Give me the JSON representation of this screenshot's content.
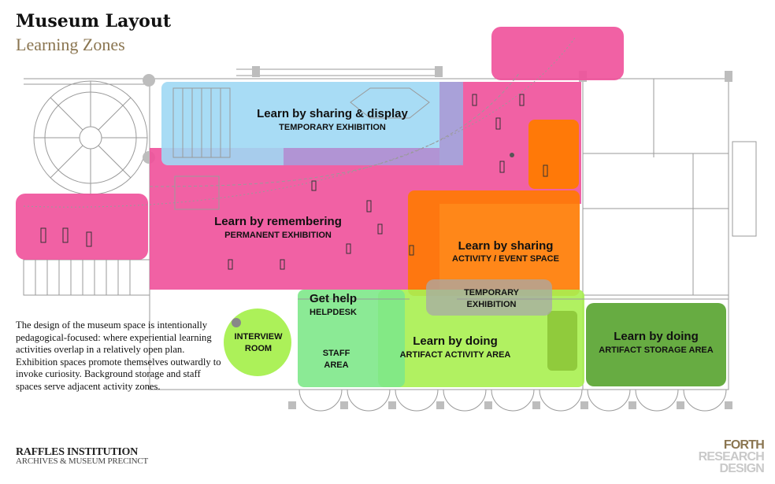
{
  "header": {
    "title": "Museum Layout",
    "subtitle": "Learning Zones"
  },
  "description": "The design of the museum space is intentionally pedagogical-focused: where experiential learning activities overlap in a relatively open plan. Exhibition spaces promote themselves outwardly to invoke curiosity. Background storage and staff spaces serve adjacent activity zones.",
  "footer": {
    "org_name": "RAFFLES INSTITUTION",
    "org_sub": "ARCHIVES & MUSEUM PRECINCT",
    "brand_line1": "FORTH",
    "brand_line2": "RESEARCH",
    "brand_line3": "DESIGN"
  },
  "zones": {
    "sharing_display": {
      "title": "Learn by sharing & display",
      "sub": "TEMPORARY EXHIBITION",
      "color": "#9fd8f4"
    },
    "remembering": {
      "title": "Learn by remembering",
      "sub": "PERMANENT EXHIBITION",
      "color": "#f0509a"
    },
    "sharing": {
      "title": "Learn by sharing",
      "sub": "ACTIVITY / EVENT SPACE",
      "color": "#ff7a00"
    },
    "temp_exhibition": {
      "line1": "TEMPORARY",
      "line2": "EXHIBITION",
      "color": "#a8a8a8"
    },
    "get_help": {
      "title": "Get help",
      "sub": "HELPDESK"
    },
    "staff_area": {
      "line1": "STAFF",
      "line2": "AREA",
      "color": "#7ee88a"
    },
    "doing_activity": {
      "title": "Learn by doing",
      "sub": "ARTIFACT ACTIVITY AREA",
      "color": "#a8f050"
    },
    "doing_storage": {
      "title": "Learn by doing",
      "sub": "ARTIFACT STORAGE AREA",
      "color": "#5fa838"
    },
    "interview_room": {
      "line1": "INTERVIEW",
      "line2": "ROOM",
      "color": "#a8f050"
    }
  }
}
